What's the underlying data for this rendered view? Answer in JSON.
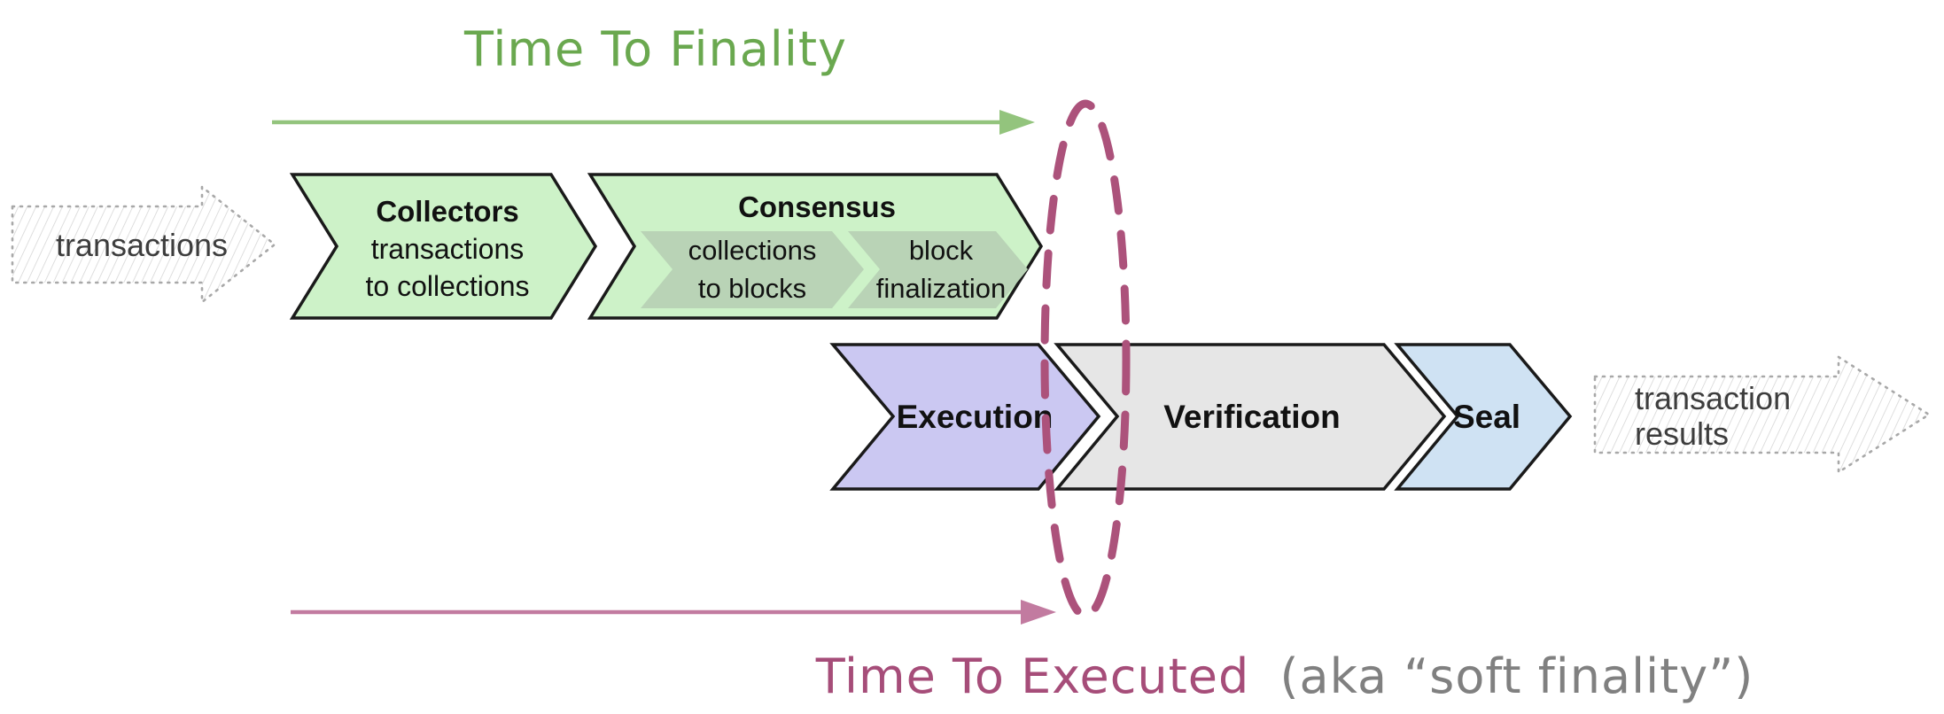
{
  "finality": {
    "title": "Time To Finality"
  },
  "executed": {
    "title": "Time To Executed",
    "suffix": "(aka “soft finality”)"
  },
  "input_arrow": {
    "label": "transactions"
  },
  "output_arrow": {
    "label_line1": "transaction",
    "label_line2": "results"
  },
  "pipeline": {
    "collectors": {
      "title": "Collectors",
      "subtitle_line1": "transactions",
      "subtitle_line2": "to collections"
    },
    "consensus": {
      "title": "Consensus",
      "sub_stages": [
        {
          "line1": "collections",
          "line2": "to blocks"
        },
        {
          "line1": "block",
          "line2": "finalization"
        }
      ]
    },
    "execution": {
      "title": "Execution"
    },
    "verification": {
      "title": "Verification"
    },
    "seal": {
      "title": "Seal"
    }
  },
  "colors": {
    "finality_title": "#6aa84f",
    "finality_arrow": "#93c47d",
    "executed_title": "#a64d79",
    "executed_arrow": "#c27ba0",
    "executed_suffix": "#808080",
    "ellipse": "#ac527b",
    "stage_green": "#cdf2c8",
    "stage_green_inner": "#b9d3b6",
    "stage_purple": "#cbc8f2",
    "stage_gray": "#e6e6e6",
    "stage_blue": "#cfe2f3",
    "outline": "#1a1a1a",
    "sketch_hatch": "#d6d6d6",
    "sketch_border": "#a8a8a8",
    "sketch_text": "#3d3d3d",
    "label_text": "#111111"
  }
}
